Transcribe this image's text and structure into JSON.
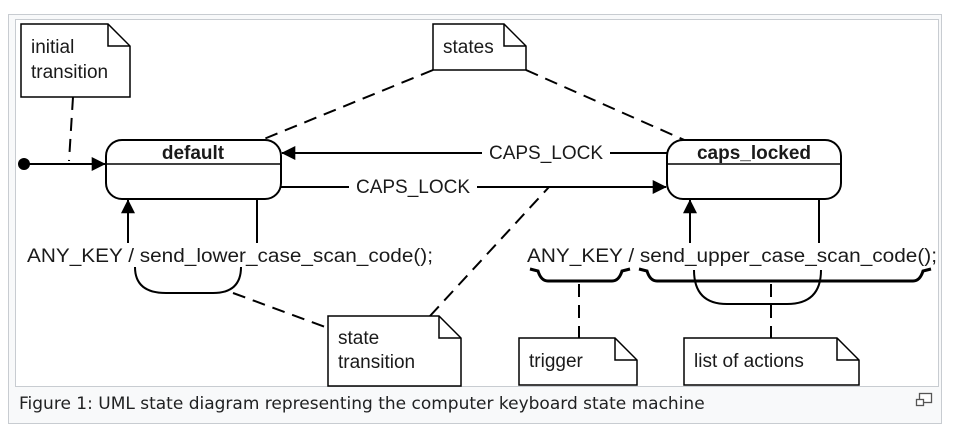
{
  "diagram": {
    "notes": {
      "initial_transition": [
        "initial",
        "transition"
      ],
      "states": "states",
      "state_transition": [
        "state",
        "transition"
      ],
      "trigger": "trigger",
      "list_of_actions": "list of actions"
    },
    "states": {
      "default": "default",
      "caps_locked": "caps_locked"
    },
    "transitions": {
      "caps_lock_to_default": "CAPS_LOCK",
      "caps_lock_to_locked": "CAPS_LOCK",
      "default_self_loop": "ANY_KEY / send_lower_case_scan_code();",
      "locked_self_loop": "ANY_KEY / send_upper_case_scan_code();"
    }
  },
  "caption": "Figure 1: UML state diagram representing the computer keyboard state machine",
  "icons": {
    "magnify": "magnify-icon"
  }
}
